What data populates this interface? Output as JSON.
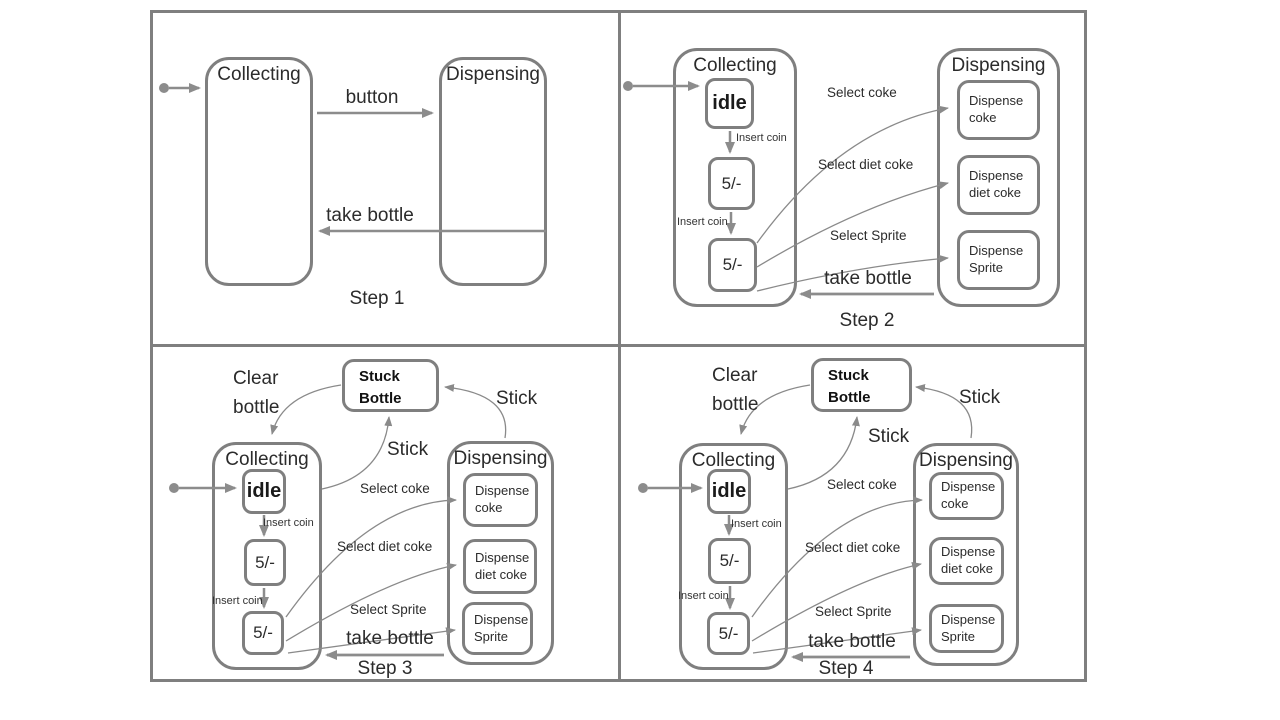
{
  "colors": {
    "frame_border": "#7f7f7f",
    "state_border": "#7f7f7f",
    "thick_arrow": "#8c8c8c",
    "thin_arrow": "#8a8a8a",
    "text": "#2b2b2b"
  },
  "panels": [
    {
      "caption": "Step 1",
      "collecting": "Collecting",
      "dispensing": "Dispensing",
      "transitions": {
        "button": "button",
        "take_bottle": "take bottle"
      }
    },
    {
      "caption": "Step 2",
      "collecting": "Collecting",
      "dispensing": "Dispensing",
      "substates": {
        "idle": "idle",
        "five_1": "5/-",
        "five_2": "5/-",
        "dispense_coke": "Dispense coke",
        "dispense_diet_coke": "Dispense diet coke",
        "dispense_sprite": "Dispense Sprite"
      },
      "transitions": {
        "insert_coin_1": "Insert coin",
        "insert_coin_2": "Insert coin",
        "select_coke": "Select coke",
        "select_diet_coke": "Select diet coke",
        "select_sprite": "Select Sprite",
        "take_bottle": "take bottle"
      }
    },
    {
      "caption": "Step 3",
      "collecting": "Collecting",
      "dispensing": "Dispensing",
      "stuck_bottle": "Stuck Bottle",
      "substates": {
        "idle": "idle",
        "five_1": "5/-",
        "five_2": "5/-",
        "dispense_coke": "Dispense coke",
        "dispense_diet_coke": "Dispense diet coke",
        "dispense_sprite": "Dispense Sprite"
      },
      "transitions": {
        "insert_coin_1": "Insert coin",
        "insert_coin_2": "Insert coin",
        "select_coke": "Select coke",
        "select_diet_coke": "Select diet coke",
        "select_sprite": "Select Sprite",
        "take_bottle": "take bottle",
        "clear_bottle": "Clear bottle",
        "stick_from_collecting": "Stick",
        "stick_from_dispensing": "Stick"
      }
    },
    {
      "caption": "Step 4",
      "collecting": "Collecting",
      "dispensing": "Dispensing",
      "stuck_bottle": "Stuck Bottle",
      "substates": {
        "idle": "idle",
        "five_1": "5/-",
        "five_2": "5/-",
        "dispense_coke": "Dispense coke",
        "dispense_diet_coke": "Dispense diet coke",
        "dispense_sprite": "Dispense Sprite"
      },
      "transitions": {
        "insert_coin_1": "Insert coin",
        "insert_coin_2": "Insert coin",
        "select_coke": "Select coke",
        "select_diet_coke": "Select diet coke",
        "select_sprite": "Select Sprite",
        "take_bottle": "take bottle",
        "clear_bottle": "Clear bottle",
        "stick_from_collecting": "Stick",
        "stick_from_dispensing": "Stick"
      }
    }
  ]
}
